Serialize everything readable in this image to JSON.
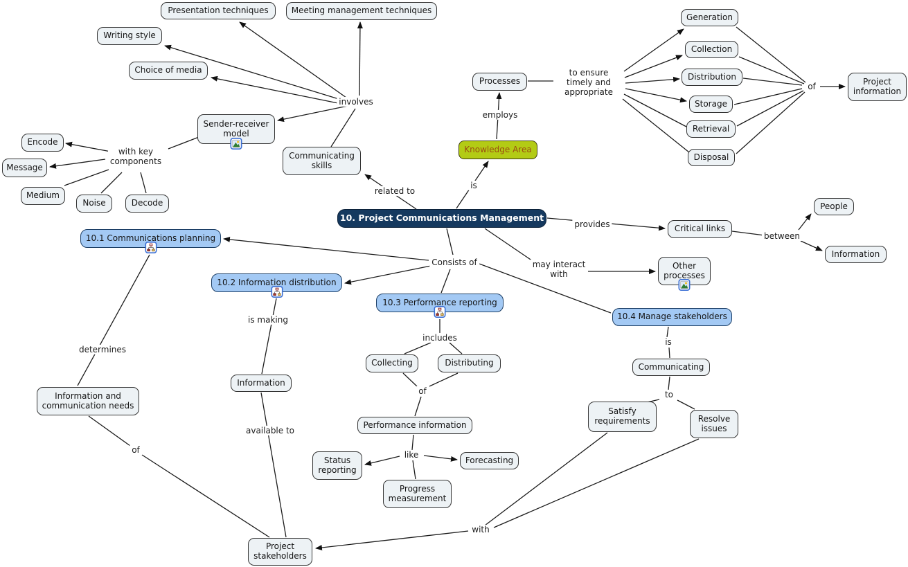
{
  "colors": {
    "background": "#ffffff",
    "node_fill": "#edf2f5",
    "node_border": "#343434",
    "sub_process_fill": "#a3c9f4",
    "sub_process_border": "#1d3f66",
    "main_node_fill": "#15395f",
    "main_node_text": "#ffffff",
    "knowledge_area_fill": "#b3cb15",
    "knowledge_area_text": "#9a4e12",
    "line_color": "#1c1c1c"
  },
  "icons": {
    "resource_image": "image-icon",
    "resource_orgchart": "org-chart-icon"
  },
  "nodes": {
    "main": {
      "label": "10. Project Communications Management"
    },
    "presentation_techniques": {
      "label": "Presentation techniques"
    },
    "meeting_management": {
      "label": "Meeting management techniques"
    },
    "writing_style": {
      "label": "Writing style"
    },
    "choice_of_media": {
      "label": "Choice of media"
    },
    "sender_receiver": {
      "label": "Sender-receiver\nmodel"
    },
    "encode": {
      "label": "Encode"
    },
    "message": {
      "label": "Message"
    },
    "medium": {
      "label": "Medium"
    },
    "noise": {
      "label": "Noise"
    },
    "decode": {
      "label": "Decode"
    },
    "communicating_skills": {
      "label": "Communicating\nskills"
    },
    "processes": {
      "label": "Processes"
    },
    "knowledge_area": {
      "label": "Knowledge Area"
    },
    "generation": {
      "label": "Generation"
    },
    "collection": {
      "label": "Collection"
    },
    "distribution": {
      "label": "Distribution"
    },
    "storage": {
      "label": "Storage"
    },
    "retrieval": {
      "label": "Retrieval"
    },
    "disposal": {
      "label": "Disposal"
    },
    "project_information": {
      "label": "Project\ninformation"
    },
    "critical_links": {
      "label": "Critical links"
    },
    "people": {
      "label": "People"
    },
    "information_right": {
      "label": "Information"
    },
    "other_processes": {
      "label": "Other\nprocesses"
    },
    "p101": {
      "label": "10.1 Communications planning"
    },
    "p102": {
      "label": "10.2 Information distribution"
    },
    "p103": {
      "label": "10.3 Performance reporting"
    },
    "p104": {
      "label": "10.4 Manage stakeholders"
    },
    "info_comm_needs": {
      "label": "Information and\ncommunication needs"
    },
    "information_left": {
      "label": "Information"
    },
    "collecting": {
      "label": "Collecting"
    },
    "distributing": {
      "label": "Distributing"
    },
    "performance_information": {
      "label": "Performance information"
    },
    "status_reporting": {
      "label": "Status\nreporting"
    },
    "forecasting": {
      "label": "Forecasting"
    },
    "progress_measurement": {
      "label": "Progress\nmeasurement"
    },
    "communicating": {
      "label": "Communicating"
    },
    "satisfy_requirements": {
      "label": "Satisfy\nrequirements"
    },
    "resolve_issues": {
      "label": "Resolve\nissues"
    },
    "project_stakeholders": {
      "label": "Project\nstakeholders"
    }
  },
  "edge_labels": {
    "involves": {
      "label": "involves"
    },
    "with_key_components": {
      "label": "with key\ncomponents"
    },
    "related_to": {
      "label": "related to"
    },
    "employs": {
      "label": "employs"
    },
    "is_1": {
      "label": "is"
    },
    "ensure_timely": {
      "label": "to ensure\ntimely and\nappropriate"
    },
    "of_right": {
      "label": "of"
    },
    "provides": {
      "label": "provides"
    },
    "between": {
      "label": "between"
    },
    "may_interact": {
      "label": "may interact\nwith"
    },
    "consists_of": {
      "label": "Consists of"
    },
    "determines": {
      "label": "determines"
    },
    "of_left": {
      "label": "of"
    },
    "is_making": {
      "label": "is making"
    },
    "available_to": {
      "label": "available to"
    },
    "includes": {
      "label": "includes"
    },
    "of_mid": {
      "label": "of"
    },
    "like": {
      "label": "like"
    },
    "is_2": {
      "label": "is"
    },
    "to_2": {
      "label": "to"
    },
    "with_2": {
      "label": "with"
    }
  }
}
